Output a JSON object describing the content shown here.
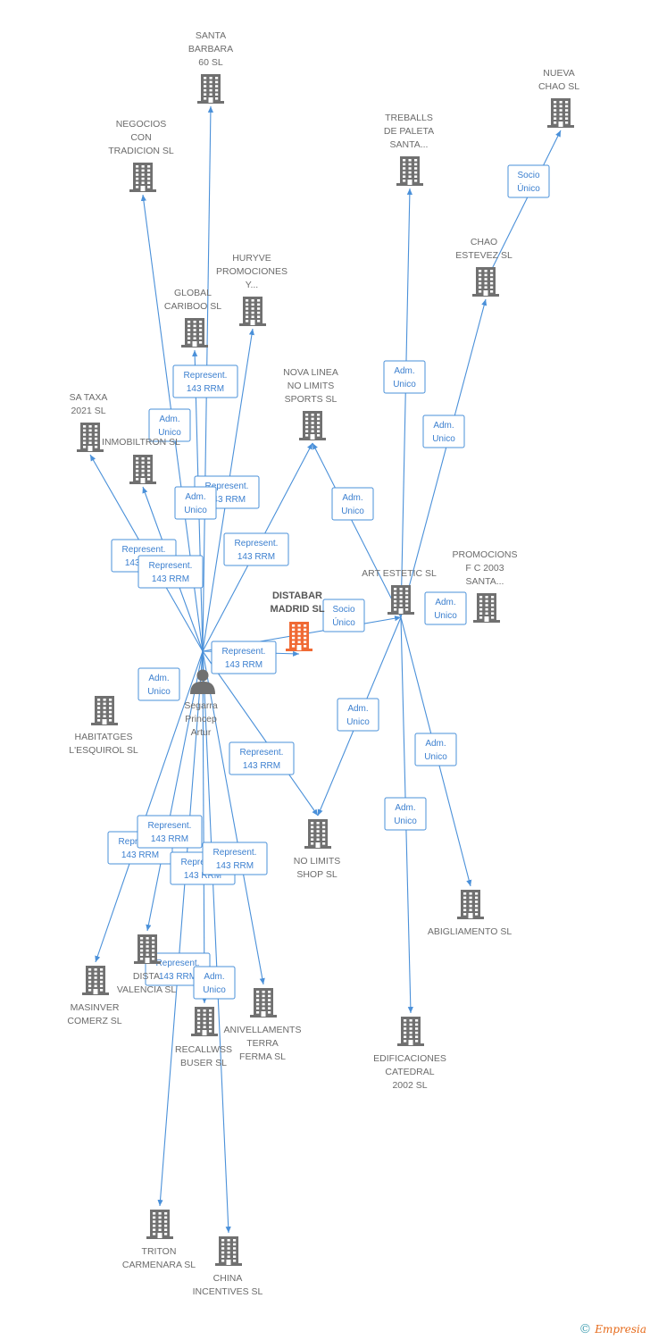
{
  "colors": {
    "edge": "#4a90d9",
    "building": "#707070",
    "focus_building": "#f06a35",
    "label_text": "#3b7fcf"
  },
  "nodes": [
    {
      "id": "santa-barbara",
      "kind": "company",
      "lines": [
        "SANTA",
        "BARBARA",
        "60  SL"
      ]
    },
    {
      "id": "nueva-chao",
      "kind": "company",
      "lines": [
        "NUEVA",
        "CHAO SL"
      ]
    },
    {
      "id": "treballs",
      "kind": "company",
      "lines": [
        "TREBALLS",
        "DE PALETA",
        "SANTA..."
      ]
    },
    {
      "id": "negocios",
      "kind": "company",
      "lines": [
        "NEGOCIOS",
        "CON",
        "TRADICION SL"
      ]
    },
    {
      "id": "chao-estevez",
      "kind": "company",
      "lines": [
        "CHAO",
        "ESTEVEZ SL"
      ]
    },
    {
      "id": "huryve",
      "kind": "company",
      "lines": [
        "HURYVE",
        "PROMOCIONES",
        "Y..."
      ]
    },
    {
      "id": "global-cariboo",
      "kind": "company",
      "lines": [
        "GLOBAL",
        "CARIBOO SL"
      ]
    },
    {
      "id": "nova-linea",
      "kind": "company",
      "lines": [
        "NOVA LINEA",
        "NO LIMITS",
        "SPORTS SL"
      ]
    },
    {
      "id": "sa-taxa",
      "kind": "company",
      "lines": [
        "SA TAXA",
        "2021 SL"
      ]
    },
    {
      "id": "inmobiltron",
      "kind": "company",
      "lines": [
        "INMOBILTRON SL"
      ]
    },
    {
      "id": "art-estetic",
      "kind": "company",
      "lines": [
        "ART ESTETIC SL"
      ]
    },
    {
      "id": "promocions",
      "kind": "company",
      "lines": [
        "PROMOCIONS",
        "F C 2003",
        "SANTA..."
      ]
    },
    {
      "id": "distabar-madrid",
      "kind": "focus",
      "lines": [
        "DISTABAR",
        "MADRID SL"
      ]
    },
    {
      "id": "segarra",
      "kind": "person",
      "lines": [
        "Segarra",
        "Princep",
        "Artur"
      ]
    },
    {
      "id": "habitatges",
      "kind": "company",
      "lines": [
        "HABITATGES",
        "L'ESQUIROL SL"
      ]
    },
    {
      "id": "no-limits-shop",
      "kind": "company",
      "lines": [
        "NO LIMITS",
        "SHOP SL"
      ]
    },
    {
      "id": "abigliamento",
      "kind": "company",
      "lines": [
        "ABIGLIAMENTO SL"
      ]
    },
    {
      "id": "masinver",
      "kind": "company",
      "lines": [
        "MASINVER",
        "COMERZ SL"
      ]
    },
    {
      "id": "distabar-valencia",
      "kind": "company",
      "lines": [
        "DISTA",
        "VALENCIA SL"
      ]
    },
    {
      "id": "anivellaments",
      "kind": "company",
      "lines": [
        "ANIVELLAMENTS",
        "TERRA",
        "FERMA SL"
      ]
    },
    {
      "id": "recallwss",
      "kind": "company",
      "lines": [
        "RECALLWSS",
        "BUSER SL"
      ]
    },
    {
      "id": "edificaciones",
      "kind": "company",
      "lines": [
        "EDIFICACIONES",
        "CATEDRAL",
        "2002 SL"
      ]
    },
    {
      "id": "triton",
      "kind": "company",
      "lines": [
        "TRITON",
        "CARMENARA SL"
      ]
    },
    {
      "id": "china-incentives",
      "kind": "company",
      "lines": [
        "CHINA",
        "INCENTIVES SL"
      ]
    }
  ],
  "edges": [
    {
      "from": "segarra",
      "to": "santa-barbara",
      "label": []
    },
    {
      "from": "segarra",
      "to": "negocios",
      "label": [
        "Adm.",
        "Unico"
      ]
    },
    {
      "from": "segarra",
      "to": "huryve",
      "label": [
        "Represent.",
        "143 RRM"
      ]
    },
    {
      "from": "segarra",
      "to": "global-cariboo",
      "label": [
        "Represent.",
        "143 RRM"
      ]
    },
    {
      "from": "segarra",
      "to": "nova-linea",
      "label": [
        "Represent.",
        "143 RRM"
      ]
    },
    {
      "from": "segarra",
      "to": "sa-taxa",
      "label": [
        "Represent.",
        "143 RRM"
      ]
    },
    {
      "from": "segarra",
      "to": "inmobiltron",
      "label": [
        "Represent.",
        "143 RRM"
      ]
    },
    {
      "from": "segarra",
      "to": "distabar-madrid",
      "label": [
        "Adm.",
        "Unico"
      ]
    },
    {
      "from": "segarra",
      "to": "no-limits-shop",
      "label": [
        "Represent.",
        "143 RRM"
      ]
    },
    {
      "from": "segarra",
      "to": "masinver",
      "label": [
        "Represent.",
        "143 RRM"
      ]
    },
    {
      "from": "segarra",
      "to": "distabar-valencia",
      "label": [
        "Represent.",
        "143 RRM"
      ]
    },
    {
      "from": "segarra",
      "to": "recallwss",
      "label": [
        "Represent.",
        "143 RRM"
      ]
    },
    {
      "from": "segarra",
      "to": "anivellaments",
      "label": [
        "Represent.",
        "143 RRM"
      ]
    },
    {
      "from": "segarra",
      "to": "triton",
      "label": [
        "Represent.",
        "143 RRM"
      ]
    },
    {
      "from": "segarra",
      "to": "china-incentives",
      "label": [
        "Adm.",
        "Unico"
      ]
    },
    {
      "from": "segarra",
      "to": "art-estetic",
      "label": [
        "Represent.",
        "143 RRM"
      ]
    },
    {
      "from": "art-estetic",
      "to": "treballs",
      "label": [
        "Adm.",
        "Unico"
      ]
    },
    {
      "from": "art-estetic",
      "to": "chao-estevez",
      "label": [
        "Adm.",
        "Unico"
      ]
    },
    {
      "from": "art-estetic",
      "to": "nova-linea",
      "label": [
        "Adm.",
        "Unico"
      ]
    },
    {
      "from": "art-estetic",
      "to": "no-limits-shop",
      "label": [
        "Adm.",
        "Unico"
      ]
    },
    {
      "from": "art-estetic",
      "to": "abigliamento",
      "label": [
        "Adm.",
        "Unico"
      ]
    },
    {
      "from": "art-estetic",
      "to": "edificaciones",
      "label": [
        "Adm.",
        "Unico"
      ]
    },
    {
      "from": "chao-estevez",
      "to": "nueva-chao",
      "label": [
        "Socio",
        "Único"
      ]
    }
  ],
  "free_labels": [
    {
      "id": "madrid-socio",
      "lines": [
        "Socio",
        "Único"
      ]
    },
    {
      "id": "promocions-adm",
      "lines": [
        "Adm.",
        "Unico"
      ]
    },
    {
      "id": "segarra-adm",
      "lines": [
        "Adm.",
        "Unico"
      ]
    }
  ],
  "footer": {
    "symbol": "©",
    "brand": "Empresia"
  }
}
